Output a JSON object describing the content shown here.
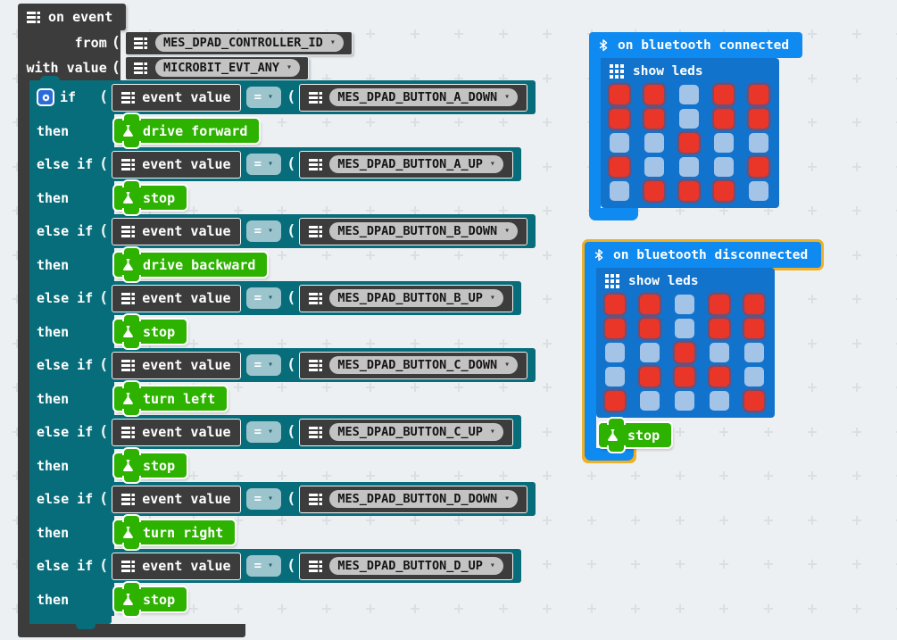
{
  "workspace": {
    "background": "#edf0f3",
    "grid_cross_color": "#dbdfe3"
  },
  "colors": {
    "block_dark": "#3c3c3c",
    "logic_teal": "#076d7a",
    "operator_pill": "#9cc4cd",
    "action_green": "#2db200",
    "bluetooth_blue": "#0f8af0",
    "led_block_blue": "#1273cd",
    "led_on": "#ea3529",
    "led_off": "#a4c4e7",
    "dropdown_pill": "#c3c3c3",
    "selection_outline": "#eeb024",
    "gear_badge": "#2b6bd8"
  },
  "on_event_block": {
    "title": "on event",
    "params": [
      {
        "label": "from",
        "value": "MES_DPAD_CONTROLLER_ID"
      },
      {
        "label": "with value",
        "value": "MICROBIT_EVT_ANY"
      }
    ],
    "logic": {
      "if_label": "if",
      "else_if_label": "else if",
      "then_label": "then",
      "operand": "event value",
      "operator": "=",
      "branches": [
        {
          "condition": "MES_DPAD_BUTTON_A_DOWN",
          "action": "drive forward"
        },
        {
          "condition": "MES_DPAD_BUTTON_A_UP",
          "action": "stop"
        },
        {
          "condition": "MES_DPAD_BUTTON_B_DOWN",
          "action": "drive backward"
        },
        {
          "condition": "MES_DPAD_BUTTON_B_UP",
          "action": "stop"
        },
        {
          "condition": "MES_DPAD_BUTTON_C_DOWN",
          "action": "turn left"
        },
        {
          "condition": "MES_DPAD_BUTTON_C_UP",
          "action": "stop"
        },
        {
          "condition": "MES_DPAD_BUTTON_D_DOWN",
          "action": "turn right"
        },
        {
          "condition": "MES_DPAD_BUTTON_D_UP",
          "action": "stop"
        }
      ]
    }
  },
  "bluetooth_connected_block": {
    "title": "on bluetooth connected",
    "show_leds": {
      "label": "show leds",
      "grid": [
        [
          1,
          1,
          0,
          1,
          1
        ],
        [
          1,
          1,
          0,
          1,
          1
        ],
        [
          0,
          0,
          1,
          0,
          0
        ],
        [
          1,
          0,
          0,
          0,
          1
        ],
        [
          0,
          1,
          1,
          1,
          0
        ]
      ]
    }
  },
  "bluetooth_disconnected_block": {
    "title": "on bluetooth disconnected",
    "selected": true,
    "show_leds": {
      "label": "show leds",
      "grid": [
        [
          1,
          1,
          0,
          1,
          1
        ],
        [
          1,
          1,
          0,
          1,
          1
        ],
        [
          0,
          0,
          1,
          0,
          0
        ],
        [
          0,
          1,
          1,
          1,
          0
        ],
        [
          1,
          0,
          0,
          0,
          1
        ]
      ]
    },
    "action": "stop"
  }
}
